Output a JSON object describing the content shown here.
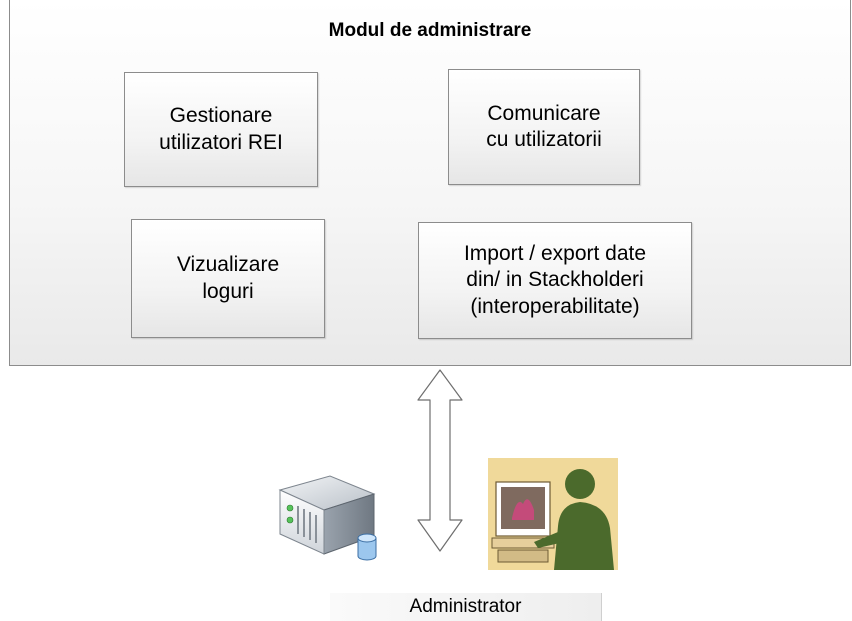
{
  "module": {
    "title": "Modul de administrare",
    "boxes": [
      {
        "id": "gestionare",
        "label": "Gestionare\nutilizatori REI"
      },
      {
        "id": "comunicare",
        "label": "Comunicare\n cu utilizatorii"
      },
      {
        "id": "vizualizare",
        "label": "Vizualizare\nloguri"
      },
      {
        "id": "import-export",
        "label": "Import / export date\ndin/ in  Stackholderi\n(interoperabilitate)"
      }
    ]
  },
  "actor": {
    "label": "Administrator",
    "icons": [
      "server-icon",
      "person-at-computer-icon"
    ]
  },
  "connector": {
    "type": "double-arrow",
    "direction": "vertical"
  },
  "colors": {
    "border": "#8c8c8c",
    "box_fill": "#f3f3f3",
    "user_figure": "#4b6a2c",
    "user_bg": "#f0d99a"
  }
}
